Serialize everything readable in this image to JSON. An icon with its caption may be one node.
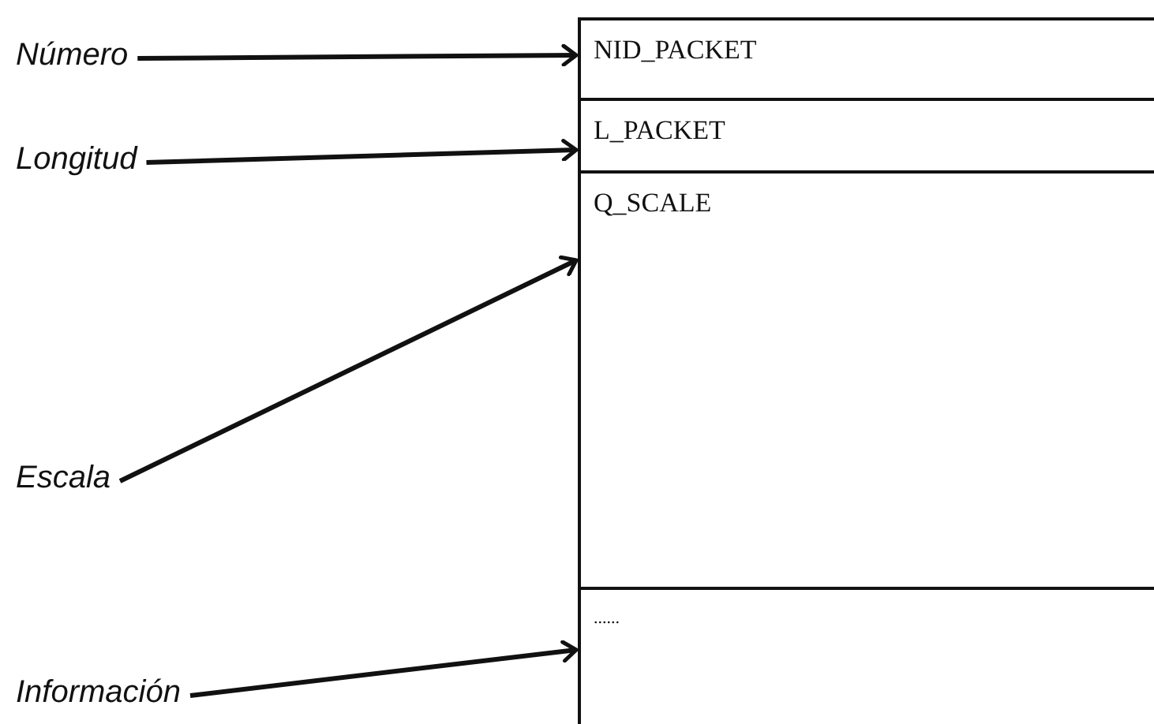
{
  "diagram": {
    "nodes": [
      {
        "text": [
          "Número"
        ]
      },
      {
        "text": [
          "Longitud"
        ]
      },
      {
        "text": [
          "Escala"
        ]
      },
      {
        "text": [
          "Información"
        ]
      },
      {
        "text": [
          "NID_PACKET"
        ]
      },
      {
        "text": [
          "L_PACKET"
        ]
      },
      {
        "text": [
          "Q_SCALE"
        ]
      },
      {
        "text": [
          "......"
        ]
      }
    ],
    "edges": [
      {
        "from": 0,
        "to": 4,
        "arrow": "to"
      },
      {
        "from": 1,
        "to": 5,
        "arrow": "to"
      },
      {
        "from": 2,
        "to": 6,
        "arrow": "to"
      },
      {
        "from": 3,
        "to": 7,
        "arrow": "to"
      }
    ]
  }
}
